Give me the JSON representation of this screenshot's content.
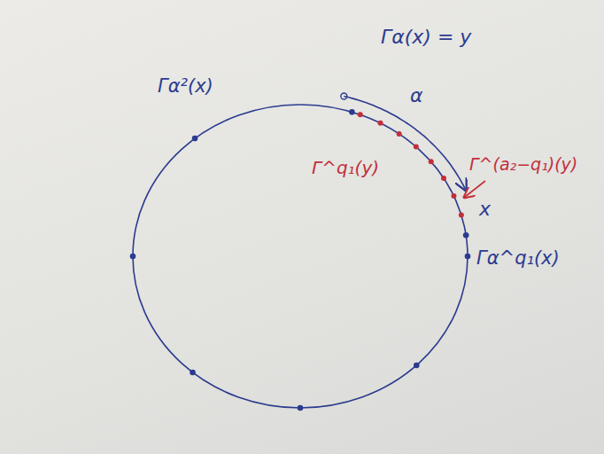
{
  "diagram": {
    "labels": [
      "Γα(x) = y",
      "α",
      "Γα²(x)",
      "Γ^q₁(y)",
      "Γ^(a₂−q₁)(y)",
      "x",
      "Γα^q₁(x)"
    ]
  }
}
